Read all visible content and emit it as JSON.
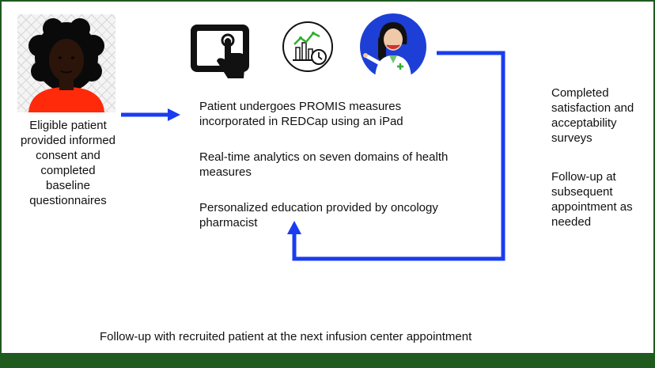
{
  "patient": {
    "caption_lines": [
      "Eligible patient",
      "provided informed",
      "consent and",
      "completed",
      "baseline",
      "questionnaires"
    ]
  },
  "icons": [
    "patient-icon",
    "tablet-touch-icon",
    "analytics-chart-icon",
    "pharmacist-icon"
  ],
  "steps": {
    "step1_lines": [
      "Patient undergoes PROMIS measures",
      "incorporated in REDCap using an iPad"
    ],
    "step2_lines": [
      "Real-time analytics on seven domains of health",
      "measures"
    ],
    "step3_lines": [
      "Personalized education provided by oncology",
      "pharmacist"
    ]
  },
  "outcomes": {
    "surveys_lines": [
      "Completed",
      "satisfaction and",
      "acceptability",
      "surveys"
    ],
    "followup_lines": [
      "Follow-up at",
      "subsequent",
      "appointment as",
      "needed"
    ]
  },
  "footer": {
    "text": "Follow-up with recruited patient at the next infusion center appointment"
  },
  "colors": {
    "arrow": "#1a3cf0",
    "border": "#1f5a1f",
    "pharmacist_circle": "#1d3fd6",
    "skin_dark": "#2b1409",
    "shirt": "#ff2a0a",
    "accent_green": "#2fb02f"
  }
}
